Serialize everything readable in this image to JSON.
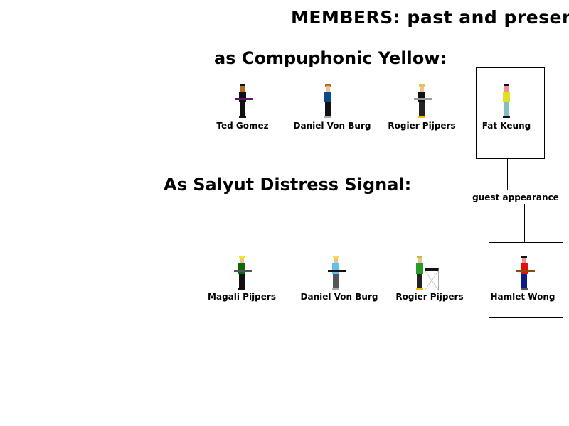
{
  "header": {
    "title": "MEMBERS: past and present"
  },
  "sections": [
    {
      "title": "as Compuphonic Yellow:",
      "members": [
        {
          "name": "Ted Gomez",
          "colors": {
            "hair": "#111111",
            "skin": "#b07020",
            "torso": "#111111",
            "legs": "#111111",
            "shoes": "#111111",
            "instrument": "#5a1a6a"
          }
        },
        {
          "name": "Daniel Von Burg",
          "colors": {
            "hair": "#b07020",
            "skin": "#f0c090",
            "torso": "#0a4a8a",
            "legs": "#111111",
            "shoes": "#aaaaaa",
            "instrument": ""
          }
        },
        {
          "name": "Rogier Pijpers",
          "colors": {
            "hair": "#d0d040",
            "skin": "#f0c090",
            "torso": "#111111",
            "legs": "#222222",
            "shoes": "#f0c000",
            "instrument": "#999999"
          }
        },
        {
          "name": "Fat Keung",
          "colors": {
            "hair": "#111111",
            "skin": "#f09090",
            "torso": "#e0e020",
            "legs": "#80c0c0",
            "shoes": "#111111",
            "instrument": ""
          }
        }
      ]
    },
    {
      "title": "As Salyut Distress Signal:",
      "members": [
        {
          "name": "Magali Pijpers",
          "colors": {
            "hair": "#f0f000",
            "skin": "#f0c090",
            "torso": "#0a6a0a",
            "legs": "#111111",
            "shoes": "#111111",
            "instrument": "#555555"
          }
        },
        {
          "name": "Daniel Von Burg",
          "colors": {
            "hair": "#f0e040",
            "skin": "#f0c090",
            "torso": "#60c0f0",
            "legs": "#555555",
            "shoes": "#aaaaaa",
            "instrument": "#111111"
          }
        },
        {
          "name": "Rogier Pijpers",
          "colors": {
            "hair": "#c0c040",
            "skin": "#f0c090",
            "torso": "#2a9a2a",
            "legs": "#222222",
            "shoes": "#f0c000",
            "instrument": ""
          }
        },
        {
          "name": "Hamlet Wong",
          "colors": {
            "hair": "#111111",
            "skin": "#f09090",
            "torso": "#e01010",
            "legs": "#0a1a8a",
            "shoes": "#555555",
            "instrument": "#8a4a10"
          }
        }
      ]
    }
  ],
  "connector": {
    "label": "guest appearance"
  }
}
